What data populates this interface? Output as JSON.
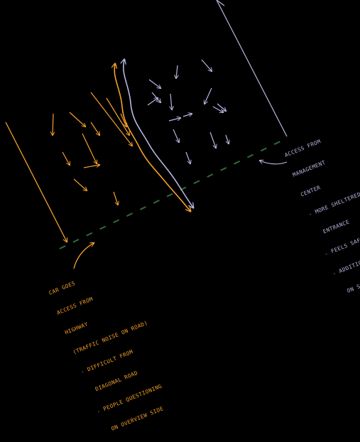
{
  "colors": {
    "background": "#000000",
    "orange": "#f5a02a",
    "lavender": "#b8b6e0",
    "green": "#2f6b3a"
  },
  "right_note": {
    "lines": [
      "ACCESS FROM",
      "MANAGEMENT",
      "CENTER",
      "- MORE SHELTERED",
      "  ENTRANCE",
      "- FEELS SAFE",
      "- ADDITIONAL SHOP",
      "  ON SITE"
    ]
  },
  "left_note": {
    "lines": [
      "CAR GOES",
      "ACCESS FROM",
      "HIGHWAY",
      "(TRAFFIC NOISE ON ROAD)",
      "- DIFFICULT FROM",
      "  DIAGONAL ROAD",
      "- PEOPLE QUESTIONING",
      "  ON OVERVIEW SIDE"
    ]
  }
}
